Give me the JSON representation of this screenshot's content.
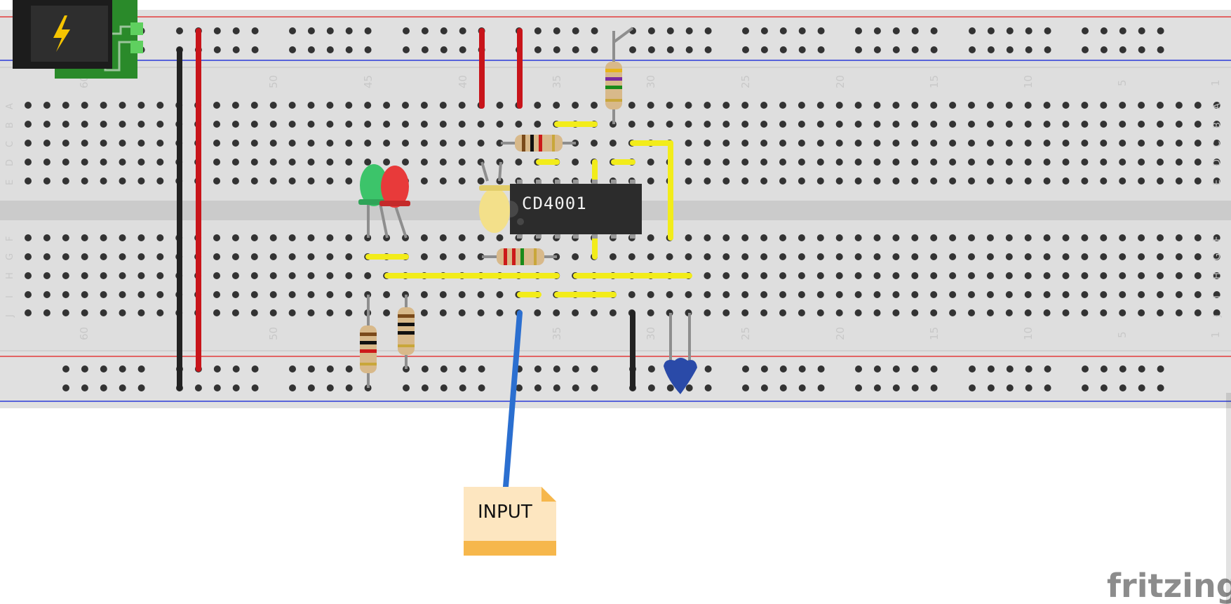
{
  "breadboard": {
    "column_numbers": [
      "60",
      "50",
      "45",
      "40",
      "35",
      "30",
      "25",
      "20",
      "15",
      "10",
      "5",
      "1"
    ],
    "row_letters_top": [
      "A",
      "B",
      "C",
      "D",
      "E"
    ],
    "row_letters_bottom": [
      "F",
      "G",
      "H",
      "I",
      "J"
    ]
  },
  "components": {
    "chip_label": "CD4001",
    "note_label": "INPUT"
  },
  "brand": "fritzing",
  "colors": {
    "board": "#dcdcdc",
    "rail_red": "#e23a3a",
    "rail_blue": "#2a3ad8",
    "wire_red": "#c8141a",
    "wire_black": "#222222",
    "wire_yellow": "#f2ec1a",
    "wire_blue": "#2b6fd0",
    "led_green": "#3cc46a",
    "led_red": "#e83a3a",
    "led_yellow": "#f3e08a",
    "chip": "#2c2c2c",
    "note": "#fde6c0",
    "note_strip": "#f6b74c"
  }
}
